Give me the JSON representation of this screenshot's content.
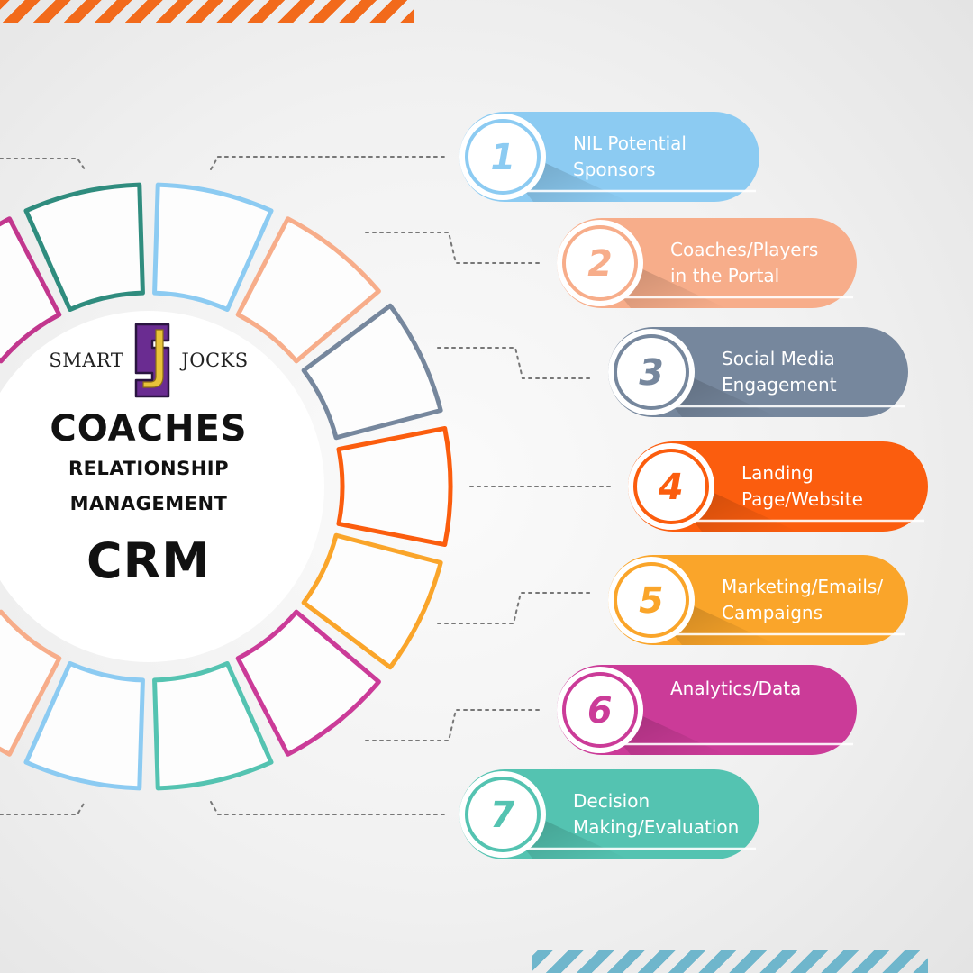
{
  "logo": {
    "left": "SMART",
    "right": "JOCKS",
    "mark": "SJ"
  },
  "title": {
    "main": "COACHES",
    "line1": "RELATIONSHIP",
    "line2": "MANAGEMENT",
    "acronym": "CRM"
  },
  "steps": [
    {
      "number": "1",
      "line1": "NIL Potential",
      "line2": "Sponsors",
      "color": "#8ccbf2"
    },
    {
      "number": "2",
      "line1": "Coaches/Players",
      "line2": "in the Portal",
      "color": "#f7ad8a"
    },
    {
      "number": "3",
      "line1": "Social Media",
      "line2": "Engagement",
      "color": "#76879d"
    },
    {
      "number": "4",
      "line1": "Landing",
      "line2": "Page/Website",
      "color": "#fb5d0e"
    },
    {
      "number": "5",
      "line1": "Marketing/Emails/",
      "line2": "Campaigns",
      "color": "#faa52a"
    },
    {
      "number": "6",
      "line1": "Analytics/Data",
      "line2": "",
      "color": "#cb3b98"
    },
    {
      "number": "7",
      "line1": "Decision",
      "line2": "Making/Evaluation",
      "color": "#54c3b1"
    }
  ],
  "colors": {
    "stripe_top": "#f26a1b",
    "stripe_bottom": "#6fb6cc",
    "logo_purple": "#6a2c91",
    "logo_gold": "#e8c33a",
    "ring_teal": "#2f8c7e",
    "ring_magenta": "#c2378e",
    "ring_brown": "#a87b64"
  }
}
